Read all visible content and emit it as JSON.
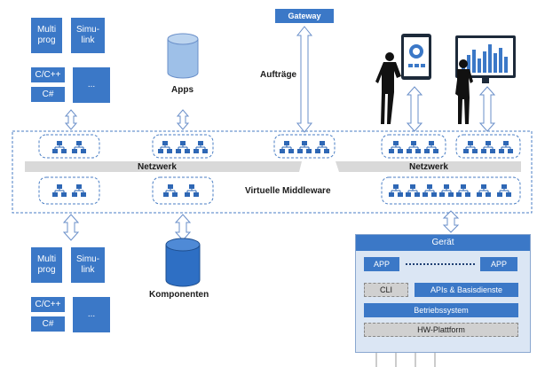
{
  "top_left_group": {
    "multiprog": "Multi prog",
    "simulink": "Simu- link",
    "cpp": "C/C++",
    "csharp": "C#",
    "more": "..."
  },
  "bottom_left_group": {
    "multiprog": "Multi prog",
    "simulink": "Simu- link",
    "cpp": "C/C++",
    "csharp": "C#",
    "more": "..."
  },
  "labels": {
    "apps": "Apps",
    "gateway": "Gateway",
    "auftraege": "Aufträge",
    "netzwerk_left": "Netzwerk",
    "netzwerk_right": "Netzwerk",
    "middleware": "Virtuelle Middleware",
    "komponenten": "Komponenten"
  },
  "device": {
    "title": "Gerät",
    "app_left": "APP",
    "app_right": "APP",
    "cli": "CLI",
    "apis": "APIs & Basisdienste",
    "os": "Betriebssystem",
    "hw": "HW-Plattform"
  },
  "colors": {
    "accent": "#3b78c7",
    "device_bg": "#dbe6f4",
    "network_bar": "#d9d9d9"
  }
}
